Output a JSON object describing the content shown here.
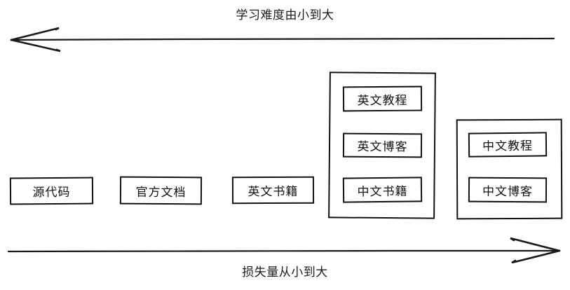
{
  "diagram": {
    "top_axis": {
      "label": "学习难度由小到大",
      "direction": "left"
    },
    "bottom_axis": {
      "label": "损失量从小到大",
      "direction": "right"
    },
    "standalone_nodes": [
      {
        "label": "源代码"
      },
      {
        "label": "官方文档"
      },
      {
        "label": "英文书籍"
      }
    ],
    "groups": [
      {
        "name": "group-1",
        "items": [
          {
            "label": "英文教程"
          },
          {
            "label": "英文博客"
          },
          {
            "label": "中文书籍"
          }
        ]
      },
      {
        "name": "group-2",
        "items": [
          {
            "label": "中文教程"
          },
          {
            "label": "中文博客"
          }
        ]
      }
    ]
  },
  "colors": {
    "stroke": "#111111",
    "text": "#1a1a1a",
    "background": "#ffffff"
  }
}
